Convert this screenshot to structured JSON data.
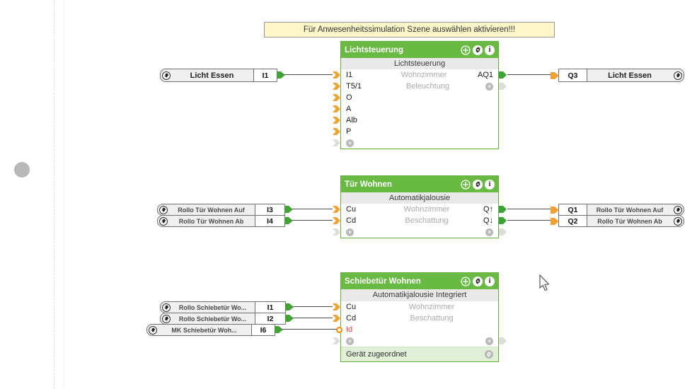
{
  "note": {
    "text": "Für Anwesenheitssimulation Szene auswählen aktivieren!!!"
  },
  "glyphs": {
    "plus": "+",
    "info": "i"
  },
  "colors": {
    "block_green": "#68BA42",
    "footer_green": "#E0EFD5",
    "connector_orange": "#F0A236",
    "connector_green": "#3FA33A",
    "connector_gray": "#CFCFCF",
    "note_yellow": "#FCF6C8",
    "id_red": "#E03C31"
  },
  "blocks": [
    {
      "title": "Lichtsteuerung",
      "subtitle": "Lichtsteuerung",
      "rows": [
        {
          "left": "I1",
          "center": "Wohnzimmer",
          "right": "AQ1"
        },
        {
          "left": "T5/1",
          "center": "Beleuchtung",
          "right": ""
        },
        {
          "left": "O"
        },
        {
          "left": "A"
        },
        {
          "left": "Alb"
        },
        {
          "left": "P"
        }
      ]
    },
    {
      "title": "Tür Wohnen",
      "subtitle": "Automatikjalousie",
      "rows": [
        {
          "left": "Cu",
          "center": "Wohnzimmer",
          "right": "Q↑"
        },
        {
          "left": "Cd",
          "center": "Beschattung",
          "right": "Q↓"
        }
      ]
    },
    {
      "title": "Schiebetür Wohnen",
      "subtitle": "Automatikjalousie Integriert",
      "rows": [
        {
          "left": "Cu",
          "center": "Wohnzimmer"
        },
        {
          "left": "Cd",
          "center": "Beschattung"
        },
        {
          "left": "Id"
        }
      ],
      "footer": "Gerät zugeordnet"
    }
  ],
  "input_tags": [
    {
      "name": "Licht Essen",
      "port": "I1"
    },
    {
      "name": "Rollo Tür Wohnen Auf",
      "port": "I3"
    },
    {
      "name": "Rollo Tür Wohnen Ab",
      "port": "I4"
    },
    {
      "name": "Rollo Schiebetür Wo...",
      "port": "I1"
    },
    {
      "name": "Rollo Schiebetür Wo...",
      "port": "I2"
    },
    {
      "name": "MK Schiebetür Woh...",
      "port": "I6"
    }
  ],
  "output_tags": [
    {
      "port": "Q3",
      "name": "Licht Essen"
    },
    {
      "port": "Q1",
      "name": "Rollo Tür Wohnen Auf"
    },
    {
      "port": "Q2",
      "name": "Rollo Tür Wohnen Ab"
    }
  ]
}
